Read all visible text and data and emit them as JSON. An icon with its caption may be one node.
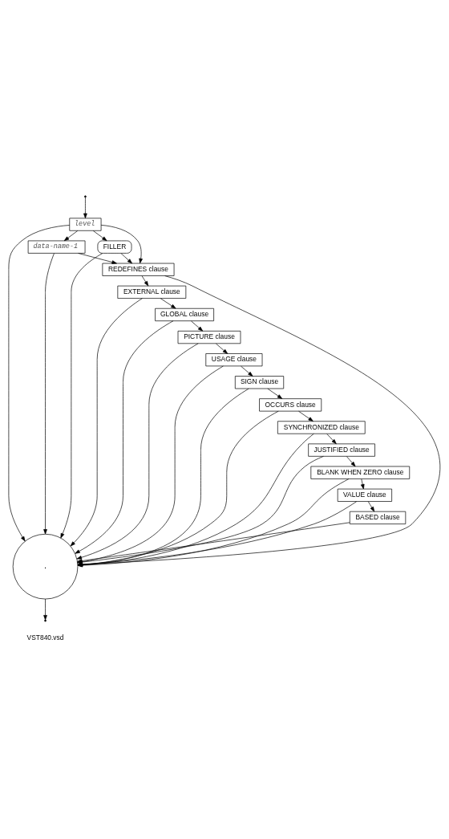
{
  "diagram": {
    "nodes": [
      {
        "text": [
          "level"
        ]
      },
      {
        "text": [
          "data-name-1"
        ]
      },
      {
        "text": [
          "FILLER"
        ]
      },
      {
        "text": [
          "REDEFINES clause"
        ]
      },
      {
        "text": [
          "EXTERNAL clause"
        ]
      },
      {
        "text": [
          "GLOBAL clause"
        ]
      },
      {
        "text": [
          "PICTURE clause"
        ]
      },
      {
        "text": [
          "USAGE clause"
        ]
      },
      {
        "text": [
          "SIGN clause"
        ]
      },
      {
        "text": [
          "OCCURS clause"
        ]
      },
      {
        "text": [
          "SYNCHRONIZED clause"
        ]
      },
      {
        "text": [
          "JUSTIFIED clause"
        ]
      },
      {
        "text": [
          "BLANK WHEN ZERO clause"
        ]
      },
      {
        "text": [
          "VALUE clause"
        ]
      },
      {
        "text": [
          "BASED clause"
        ]
      },
      {
        "text": [
          "."
        ]
      }
    ],
    "edges": [
      {
        "from": null,
        "to": 0,
        "arrow": "to"
      },
      {
        "from": 0,
        "to": 1,
        "arrow": "to"
      },
      {
        "from": 0,
        "to": 2,
        "arrow": "to"
      },
      {
        "from": 0,
        "to": 3,
        "arrow": "to"
      },
      {
        "from": 0,
        "to": 15,
        "arrow": "to"
      },
      {
        "from": 1,
        "to": 3,
        "arrow": "to"
      },
      {
        "from": 1,
        "to": 15,
        "arrow": "to"
      },
      {
        "from": 2,
        "to": 3,
        "arrow": "to"
      },
      {
        "from": 2,
        "to": 15,
        "arrow": "to"
      },
      {
        "from": 3,
        "to": 4,
        "arrow": "to"
      },
      {
        "from": 4,
        "to": 5,
        "arrow": "to"
      },
      {
        "from": 5,
        "to": 6,
        "arrow": "to"
      },
      {
        "from": 6,
        "to": 7,
        "arrow": "to"
      },
      {
        "from": 7,
        "to": 8,
        "arrow": "to"
      },
      {
        "from": 8,
        "to": 9,
        "arrow": "to"
      },
      {
        "from": 9,
        "to": 10,
        "arrow": "to"
      },
      {
        "from": 10,
        "to": 11,
        "arrow": "to"
      },
      {
        "from": 11,
        "to": 12,
        "arrow": "to"
      },
      {
        "from": 12,
        "to": 13,
        "arrow": "to"
      },
      {
        "from": 13,
        "to": 14,
        "arrow": "to"
      },
      {
        "from": 3,
        "to": 15,
        "arrow": "to"
      },
      {
        "from": 4,
        "to": 15,
        "arrow": "to"
      },
      {
        "from": 5,
        "to": 15,
        "arrow": "to"
      },
      {
        "from": 6,
        "to": 15,
        "arrow": "to"
      },
      {
        "from": 7,
        "to": 15,
        "arrow": "to"
      },
      {
        "from": 8,
        "to": 15,
        "arrow": "to"
      },
      {
        "from": 9,
        "to": 15,
        "arrow": "to"
      },
      {
        "from": 10,
        "to": 15,
        "arrow": "to"
      },
      {
        "from": 11,
        "to": 15,
        "arrow": "to"
      },
      {
        "from": 12,
        "to": 15,
        "arrow": "to"
      },
      {
        "from": 13,
        "to": 15,
        "arrow": "to"
      },
      {
        "from": 14,
        "to": 15,
        "arrow": "to"
      },
      {
        "from": 15,
        "to": null,
        "arrow": "to"
      }
    ],
    "labels": [
      "VST840.vsd"
    ]
  }
}
